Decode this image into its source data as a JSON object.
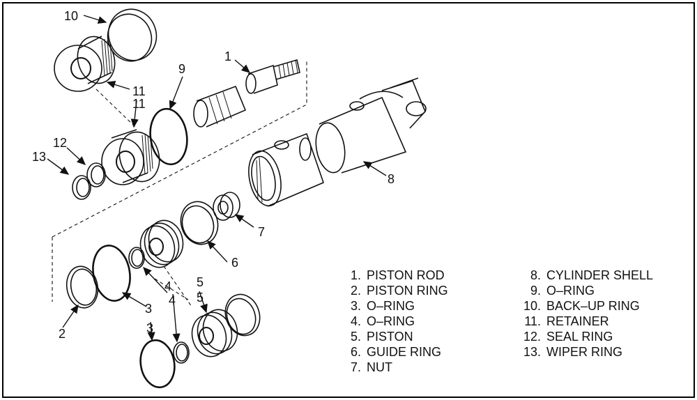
{
  "callouts": [
    "1",
    "2",
    "3",
    "3",
    "4",
    "4",
    "5",
    "5",
    "6",
    "7",
    "8",
    "9",
    "10",
    "11",
    "11",
    "12",
    "13"
  ],
  "legend_left": [
    {
      "num": "1.",
      "text": "PISTON ROD"
    },
    {
      "num": "2.",
      "text": "PISTON RING"
    },
    {
      "num": "3.",
      "text": "O–RING"
    },
    {
      "num": "4.",
      "text": "O–RING"
    },
    {
      "num": "5.",
      "text": "PISTON"
    },
    {
      "num": "6.",
      "text": "GUIDE RING"
    },
    {
      "num": "7.",
      "text": "NUT"
    }
  ],
  "legend_right": [
    {
      "num": "8.",
      "text": "CYLINDER SHELL"
    },
    {
      "num": "9.",
      "text": "O–RING"
    },
    {
      "num": "10.",
      "text": "BACK–UP RING"
    },
    {
      "num": "11.",
      "text": "RETAINER"
    },
    {
      "num": "12.",
      "text": "SEAL RING"
    },
    {
      "num": "13.",
      "text": "WIPER RING"
    }
  ]
}
